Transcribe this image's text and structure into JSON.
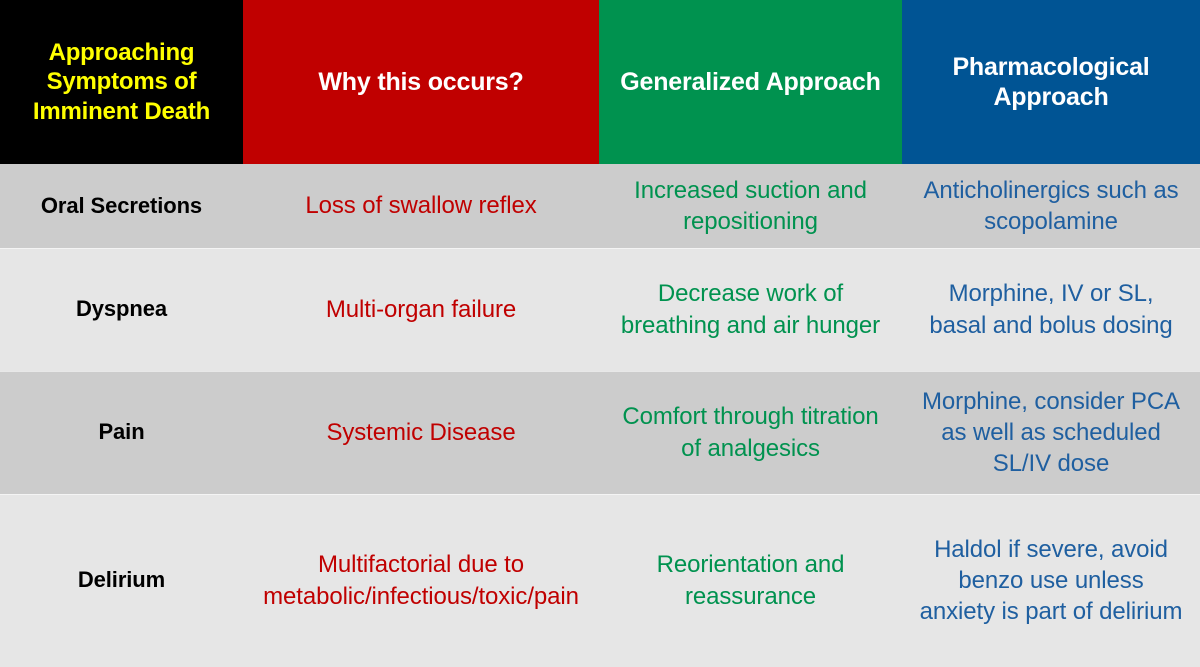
{
  "table": {
    "columns": [
      {
        "id": "symptom",
        "label": "Approaching Symptoms of Imminent Death",
        "header_bg": "#000000",
        "header_fg": "#FFFF00",
        "body_fg": "#000000"
      },
      {
        "id": "why",
        "label": "Why this occurs?",
        "header_bg": "#C00000",
        "header_fg": "#FFFFFF",
        "body_fg": "#C00000"
      },
      {
        "id": "general",
        "label": "Generalized Approach",
        "header_bg": "#00924F",
        "header_fg": "#FFFFFF",
        "body_fg": "#00924F"
      },
      {
        "id": "pharm",
        "label": "Pharmacological Approach",
        "header_bg": "#005494",
        "header_fg": "#FFFFFF",
        "body_fg": "#1F5FA0"
      }
    ],
    "row_bg_dark": "#CCCCCC",
    "row_bg_light": "#E6E6E6",
    "rows": [
      {
        "symptom": "Oral Secretions",
        "why": "Loss of swallow reflex",
        "general": "Increased suction and repositioning",
        "pharm": "Anticholinergics such as scopolamine"
      },
      {
        "symptom": "Dyspnea",
        "why": "Multi-organ failure",
        "general": "Decrease work of breathing and air hunger",
        "pharm": "Morphine, IV or SL, basal and bolus dosing"
      },
      {
        "symptom": "Pain",
        "why": "Systemic Disease",
        "general": "Comfort through titration of analgesics",
        "pharm": "Morphine, consider PCA as well as scheduled SL/IV dose"
      },
      {
        "symptom": "Delirium",
        "why": "Multifactorial due to metabolic/infectious/toxic/pain",
        "general": "Reorientation and reassurance",
        "pharm": "Haldol if severe, avoid benzo use unless anxiety is part of delirium"
      }
    ]
  }
}
